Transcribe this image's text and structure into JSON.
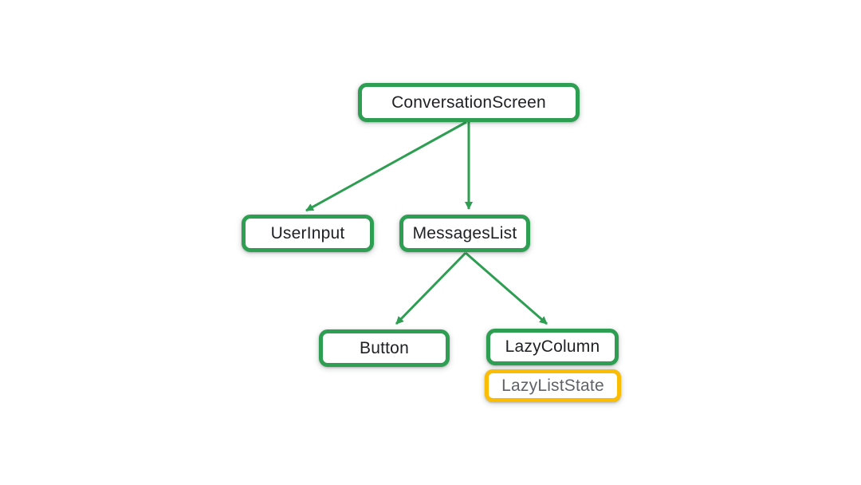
{
  "diagram": {
    "type": "tree",
    "nodes": {
      "conversation_screen": {
        "label": "ConversationScreen",
        "kind": "composable"
      },
      "user_input": {
        "label": "UserInput",
        "kind": "composable"
      },
      "messages_list": {
        "label": "MessagesList",
        "kind": "composable"
      },
      "button": {
        "label": "Button",
        "kind": "composable"
      },
      "lazy_column": {
        "label": "LazyColumn",
        "kind": "composable"
      },
      "lazy_list_state": {
        "label": "LazyListState",
        "kind": "state"
      }
    },
    "edges": [
      {
        "from": "conversation_screen",
        "to": "user_input"
      },
      {
        "from": "conversation_screen",
        "to": "messages_list"
      },
      {
        "from": "messages_list",
        "to": "button"
      },
      {
        "from": "messages_list",
        "to": "lazy_column"
      }
    ],
    "attachments": [
      {
        "parent": "lazy_column",
        "child": "lazy_list_state"
      }
    ],
    "colors": {
      "node_border_green": "#2E9E52",
      "state_border_yellow": "#FBBC04",
      "arrow_green": "#2E9E52",
      "label_dark": "#202124",
      "label_gray": "#5F6368",
      "background": "#FFFFFF"
    }
  }
}
